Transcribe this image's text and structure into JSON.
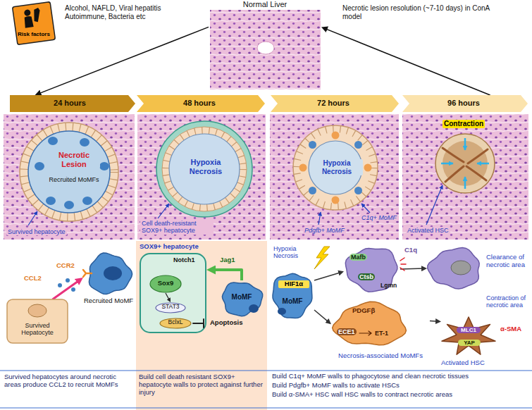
{
  "diagram": {
    "nodes": [
      {
        "text": [
          "Normal Liver"
        ]
      },
      {
        "text": [
          "Risk factors"
        ]
      },
      {
        "text": [
          "24 hours"
        ]
      },
      {
        "text": [
          "48 hours"
        ]
      },
      {
        "text": [
          "72 hours"
        ]
      },
      {
        "text": [
          "96 hours"
        ]
      },
      {
        "text": [
          "Necrotic Lesion",
          "Recruited MoMFs",
          "Survived hepatocyte"
        ]
      },
      {
        "text": [
          "Hypoxia Necrosis",
          "Cell death-resistant SOX9+ hepatocyte"
        ]
      },
      {
        "text": [
          "Hypoxia Necrosis",
          "C1q+ MoMF",
          "Pdgfb+ MoMF"
        ]
      },
      {
        "text": [
          "Contraction",
          "Activated HSC"
        ]
      },
      {
        "text": [
          "Survived Hepatocyte"
        ]
      },
      {
        "text": [
          "Recruited MoMF"
        ]
      },
      {
        "text": [
          "SOX9+ hepatocyte"
        ]
      },
      {
        "text": [
          "Sox9"
        ],
        "in": 12
      },
      {
        "text": [
          "STAT3"
        ],
        "in": 12
      },
      {
        "text": [
          "BclxL"
        ],
        "in": 12
      },
      {
        "text": [
          "MoMF"
        ]
      },
      {
        "text": [
          "HIF1α",
          "MoMF"
        ]
      },
      {
        "text": [
          "Mafb",
          "Ctsb"
        ]
      },
      {
        "text": [
          "Clearance of necrotic area"
        ]
      },
      {
        "text": [
          "PDGFβ",
          "ECE1",
          "ET-1",
          "Necrosis-associated MoMFs"
        ]
      },
      {
        "text": [
          "Contraction of necrotic area",
          "α-SMA",
          "MLC1",
          "YAP",
          "Activated HSC"
        ]
      }
    ],
    "edges": [
      {
        "from": 0,
        "to": 2,
        "arrow": "to",
        "label": "Alcohol, NAFLD, Viral hepatitis Autoimmune, Bacteria etc"
      },
      {
        "from": 5,
        "to": 0,
        "arrow": "to",
        "label": "Necrotic lesion resolution (~7-10 days) in ConA model"
      },
      {
        "from": 10,
        "to": 11,
        "arrow": "to"
      },
      {
        "from": 16,
        "to": 12,
        "arrow": "to",
        "label": "Jag1"
      },
      {
        "from": 13,
        "to": 14,
        "arrow": "to"
      },
      {
        "from": 17,
        "to": 18,
        "arrow": "to"
      },
      {
        "from": 17,
        "to": 20,
        "arrow": "to"
      },
      {
        "from": 18,
        "to": 19,
        "arrow": "to"
      },
      {
        "from": 20,
        "to": 21,
        "arrow": "to"
      }
    ],
    "labels": [
      "CCL2",
      "CCR2",
      "Notch1",
      "Apoptosis",
      "Hypoxia Necrosis",
      "C1q",
      "Lgmn",
      "Survived hepatocytes around necrotic areas produce CCL2 to recruit MoMFs",
      "Build cell death resistant SOX9+ hepatocyte walls to protect against further injury",
      "Build C1q+ MoMF walls to phagocytose and clean necrotic tissues",
      "Build Pdgfb+ MoMF walls to activate HSCs",
      "Build α-SMA+ HSC wall HSC walls to contract necrotic areas"
    ]
  }
}
